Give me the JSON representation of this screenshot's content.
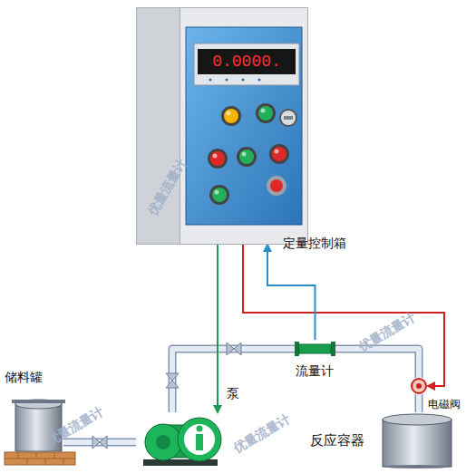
{
  "diagram": {
    "nodes": [
      {
        "text": [
          "0.0000.",
          "定量控制箱"
        ]
      },
      {
        "text": [
          "储料罐"
        ]
      },
      {
        "text": [
          "泵"
        ]
      },
      {
        "text": [
          "流量计"
        ]
      },
      {
        "text": [
          "电磁阀"
        ]
      },
      {
        "text": [
          "反应容器"
        ]
      }
    ],
    "edges": [
      {
        "from": 1,
        "to": 2,
        "arrow": "none"
      },
      {
        "from": 2,
        "to": 3,
        "arrow": "none"
      },
      {
        "from": 3,
        "to": 4,
        "arrow": "none"
      },
      {
        "from": 4,
        "to": 5,
        "arrow": "none"
      },
      {
        "from": 0,
        "to": 2,
        "arrow": "to"
      },
      {
        "from": 0,
        "to": 4,
        "arrow": "to"
      },
      {
        "from": 3,
        "to": 0,
        "arrow": "to"
      }
    ],
    "labels": [
      "优量流量计",
      "优量流量计",
      "优量流量计",
      "优量流量计"
    ]
  }
}
